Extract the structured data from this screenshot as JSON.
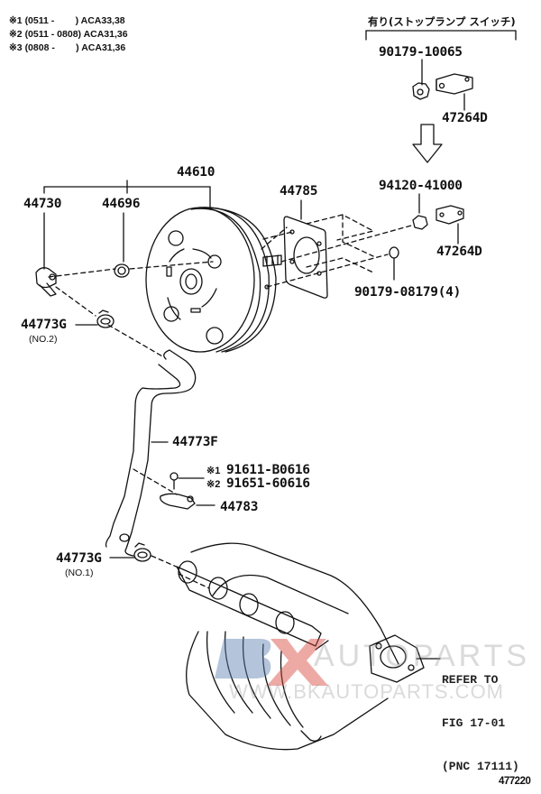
{
  "figure_id": "477220",
  "notes": [
    {
      "mark": "※1",
      "range": "(0511 -        )",
      "models": "ACA33,38"
    },
    {
      "mark": "※2",
      "range": "(0511 - 0808)",
      "models": "ACA31,36"
    },
    {
      "mark": "※3",
      "range": "(0808 -        )",
      "models": "ACA31,36"
    }
  ],
  "option_header": "有り(ストップランプ スイッチ)",
  "parts": {
    "p44610": "44610",
    "p44730": "44730",
    "p44696": "44696",
    "p44785": "44785",
    "p94120": "94120-41000",
    "p47264d_top": "47264D",
    "p90179_10065": "90179-10065",
    "p47264d": "47264D",
    "p90179_08179": "90179-08179(4)",
    "p44773g_no2": "44773G",
    "p44773g_no2_sub": "(NO.2)",
    "p44773f": "44773F",
    "p91611": "91611-B0616",
    "p91611_mark": "※1",
    "p91651": "91651-60616",
    "p91651_mark": "※2",
    "p44783": "44783",
    "p44773g_no1": "44773G",
    "p44773g_no1_sub": "(NO.1)"
  },
  "refer": {
    "line1": "REFER TO",
    "line2": "FIG 17-01",
    "line3": "(PNC 17111)"
  },
  "watermark": {
    "brand": "AUTOPARTS",
    "url": "WWW.BKAUTOPARTS.COM",
    "colors": {
      "blue": "#5b7fb0",
      "red": "#d9453a",
      "gray": "#9a9a9a"
    }
  }
}
